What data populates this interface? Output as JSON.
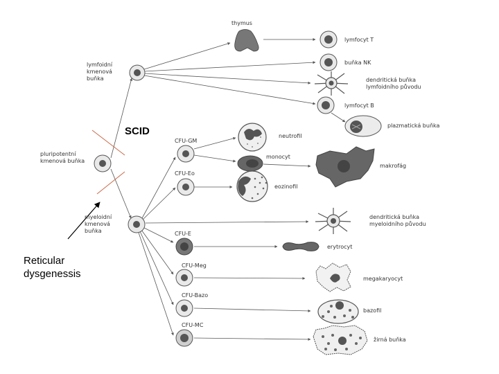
{
  "labels": {
    "thymus": "thymus",
    "lymphoid_stem": "lymfoidní kmenová buňka",
    "pluripotent_stem": "pluripotentní kmenová buňka",
    "myeloid_stem": "myeloidní kmenová buňka",
    "lymfocyt_t": "lymfocyt T",
    "bunka_nk": "buňka NK",
    "dendritic_lymphoid": "dendritická buňka lymfoidního původu",
    "lymfocyt_b": "lymfocyt B",
    "plasma_cell": "plazmatická buňka",
    "cfu_gm": "CFU-GM",
    "neutrofil": "neutrofil",
    "monocyt": "monocyt",
    "makrofag": "makrofág",
    "cfu_eo": "CFU-Eo",
    "eozinofil": "eozinofil",
    "dendritic_myeloid": "dendritická buňka myeloidního původu",
    "cfu_e": "CFU-E",
    "erytrocyt": "erytrocyt",
    "cfu_meg": "CFU-Meg",
    "megakaryocyt": "megakaryocyt",
    "cfu_bazo": "CFU-Bazo",
    "bazofil": "bazofil",
    "cfu_mc": "CFU-MC",
    "mast_cell": "žirná buňka"
  },
  "annotations": {
    "scid": "SCID",
    "reticular": "Reticular dysgenessis"
  },
  "colors": {
    "line": "#555555",
    "cell_fill": "#e9e9e9",
    "nucleus": "#555555",
    "dark_fill": "#555555",
    "block_marker": "#c86a4a",
    "pointer_arrow": "#000000"
  }
}
